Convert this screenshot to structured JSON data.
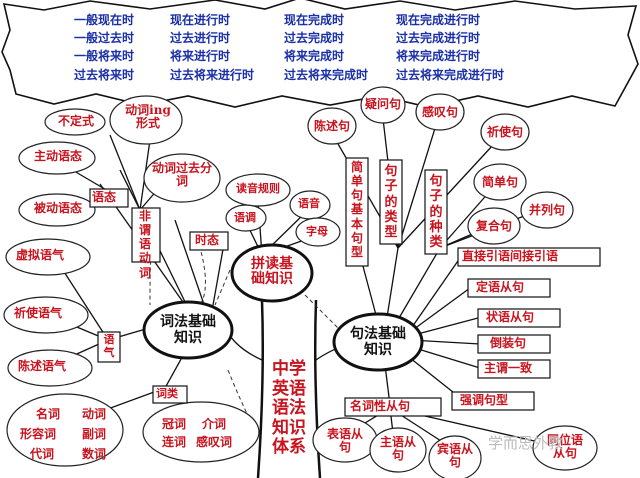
{
  "tenses": [
    [
      "一般现在时",
      "现在进行时",
      "现在完成时",
      "现在完成进行时"
    ],
    [
      "一般过去时",
      "过去进行时",
      "过去完成时",
      "过去完成进行时"
    ],
    [
      "一般将来时",
      "将来进行时",
      "将来完成时",
      "将来完成进行时"
    ],
    [
      "过去将来时",
      "过去将来进行时",
      "过去将来完成时",
      "过去将来完成进行时"
    ]
  ],
  "center": "中学英语语法知识体系",
  "pronunciation": {
    "title": "拼读基础知识",
    "items": [
      "读音规则",
      "语调",
      "语音",
      "字母"
    ]
  },
  "morphology": {
    "title": "词法基础知识",
    "voice": "语态",
    "voice_items": [
      "主动语态",
      "被动语态"
    ],
    "nonfinite": "非谓语动词",
    "nonfinite_items": [
      "不定式",
      "动词ing形式",
      "动词过去分词"
    ],
    "tense": "时态",
    "mood": "语气",
    "mood_items": [
      "虚拟语气",
      "祈使语气",
      "陈述语气"
    ],
    "word_class": "词类",
    "word_class_items_left": [
      "名词",
      "动词",
      "形容词",
      "副词",
      "代词",
      "数词"
    ],
    "word_class_items_right": [
      "冠词",
      "介词",
      "连词",
      "感叹词"
    ]
  },
  "syntax": {
    "title": "句法基础知识",
    "simple": "简单句基本句型",
    "sentence_types": "句子的类型",
    "type_items": [
      "陈述句",
      "疑问句",
      "感叹句",
      "祈使句"
    ],
    "sentence_kinds": "句子的种类",
    "kind_items": [
      "简单句",
      "并列句",
      "复合句"
    ],
    "rows": [
      "直接引语间接引语",
      "定语从句",
      "状语从句",
      "倒装句",
      "主谓一致",
      "强调句型"
    ],
    "noun_clause": "名词性从句",
    "noun_clause_items": [
      "表语从句",
      "主语从句",
      "宾语从句",
      "同位语从句"
    ]
  },
  "watermark": "学而思外教"
}
